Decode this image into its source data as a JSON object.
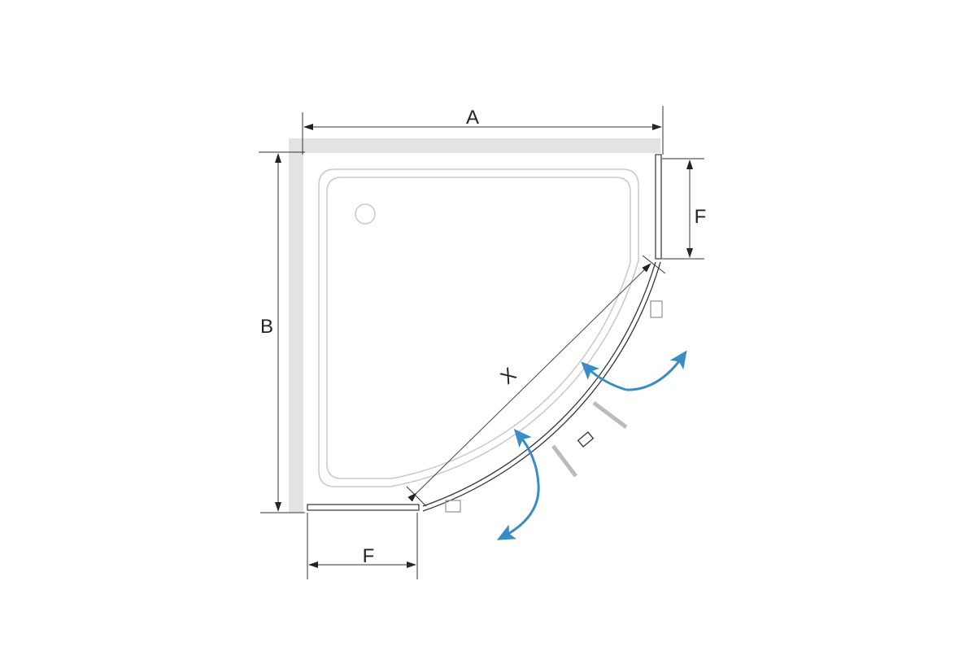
{
  "diagram": {
    "labels": {
      "width": "A",
      "depth": "B",
      "fixed_panel_right": "F",
      "fixed_panel_bottom": "F",
      "entrance": "X"
    },
    "colors": {
      "wall": "#e3e3e3",
      "line": "#333333",
      "tray": "#c8c8c8",
      "swing_arrow": "#3a8cc4"
    }
  }
}
